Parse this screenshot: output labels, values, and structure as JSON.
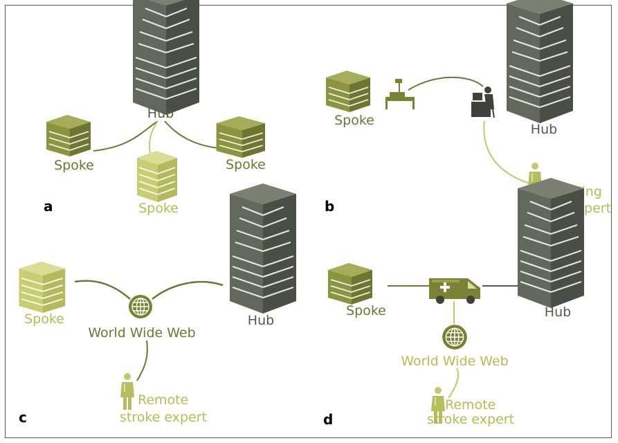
{
  "panels": {
    "a": {
      "letter": "a",
      "hub": "Hub",
      "spoke_left": "Spoke",
      "spoke_center": "Spoke",
      "spoke_right": "Spoke"
    },
    "b": {
      "letter": "b",
      "spoke": "Spoke",
      "hub": "Hub",
      "expert_line1": "Traveling",
      "expert_line2": "stroke expert"
    },
    "c": {
      "letter": "c",
      "spoke": "Spoke",
      "www": "World Wide Web",
      "hub": "Hub",
      "expert_line1": "Remote",
      "expert_line2": "stroke expert"
    },
    "d": {
      "letter": "d",
      "spoke": "Spoke",
      "hub": "Hub",
      "www": "World Wide Web",
      "expert_line1": "Remote",
      "expert_line2": "stroke expert"
    }
  },
  "colors": {
    "hub": "#54584f",
    "spoke_olive": "#7a8236",
    "spoke_light": "#c3c86a",
    "line": "#6c7538"
  }
}
